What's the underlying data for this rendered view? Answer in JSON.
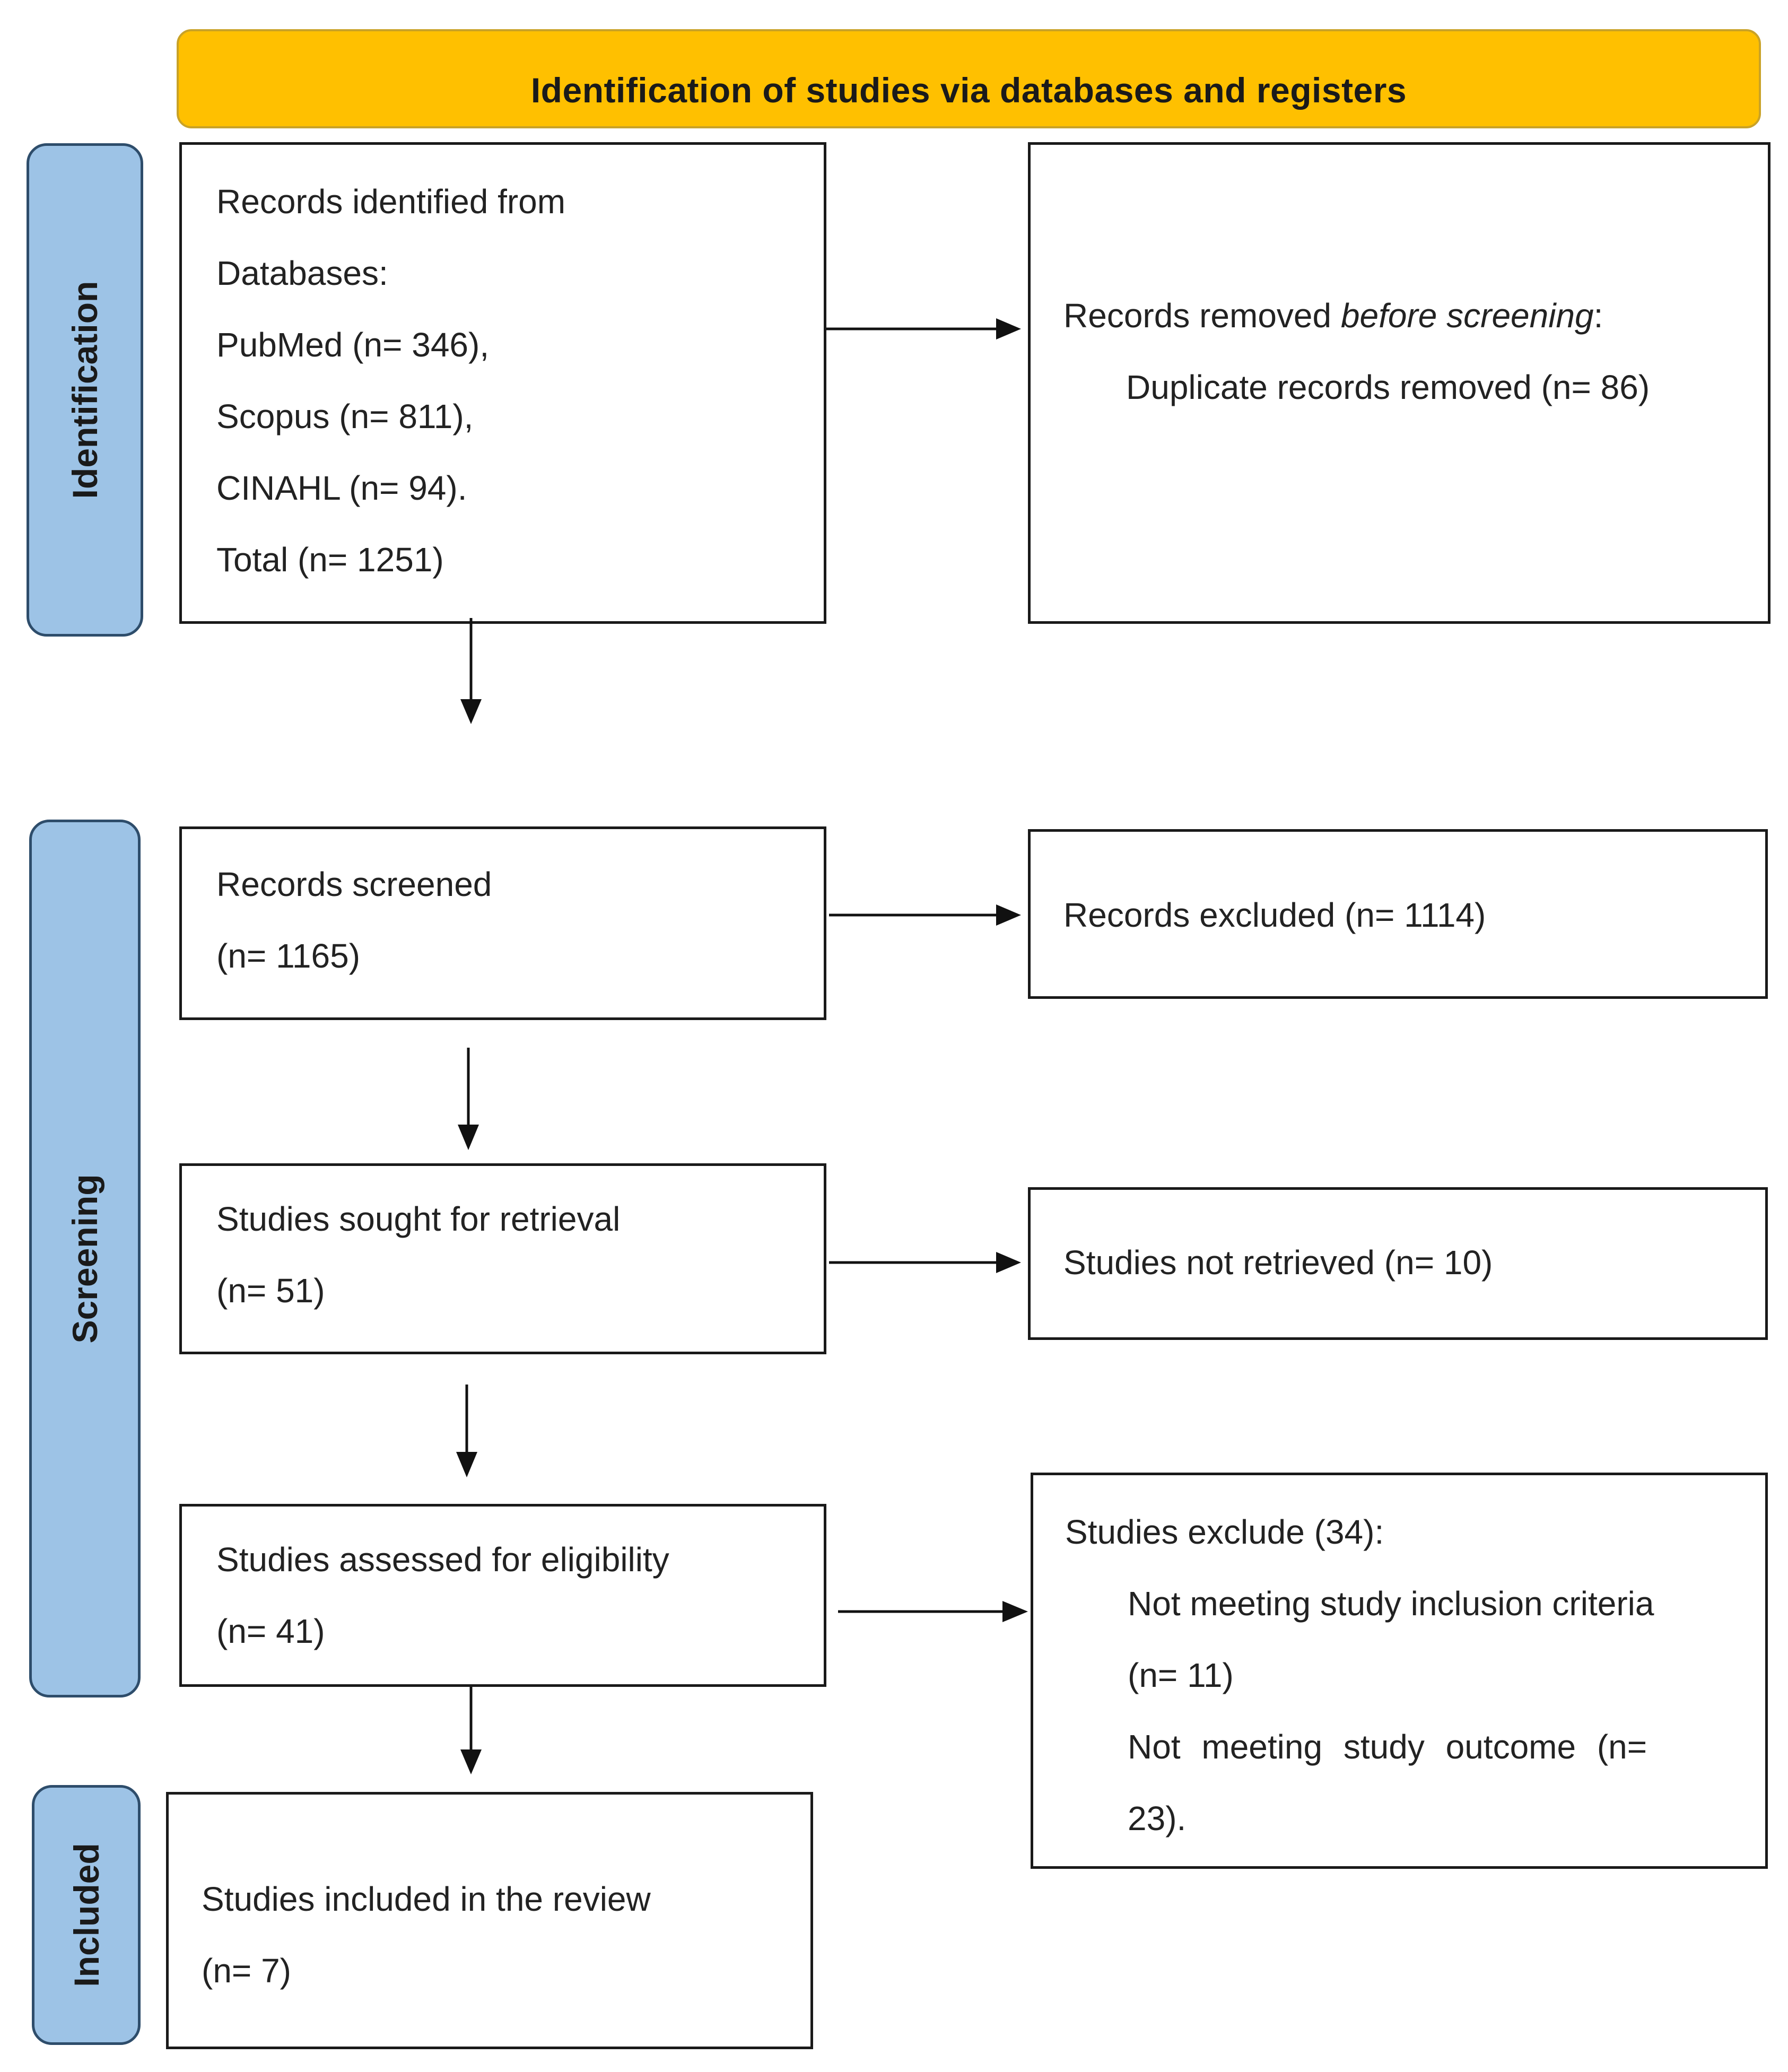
{
  "banner": "Identification of studies via databases and registers",
  "phases": {
    "identification": "Identification",
    "screening": "Screening",
    "included": "Included"
  },
  "identified": {
    "line1": "Records identified from",
    "line2": "Databases:",
    "line3": "PubMed (n= 346),",
    "line4": "Scopus (n= 811),",
    "line5": "CINAHL (n= 94).",
    "line6": "Total (n= 1251)"
  },
  "removed": {
    "label_prefix": "Records removed ",
    "label_italic": "before screening",
    "label_suffix": ":",
    "detail": "Duplicate records removed (n= 86)"
  },
  "screened": {
    "line1": "Records screened",
    "line2": "(n= 1165)"
  },
  "excluded": {
    "line1": "Records excluded (n= 1114)"
  },
  "sought": {
    "line1": "Studies sought for retrieval",
    "line2": "(n= 51)"
  },
  "not_retrieved": {
    "line1": "Studies not retrieved (n= 10)"
  },
  "assessed": {
    "line1": "Studies assessed for eligibility",
    "line2": "(n= 41)"
  },
  "exclude_reasons": {
    "line1": "Studies exclude (34):",
    "line2": "Not meeting study inclusion criteria",
    "line3": "(n= 11)",
    "line4": "Not meeting study outcome (n=",
    "line5": "23)."
  },
  "included_box": {
    "line1": "Studies included in the review",
    "line2": "(n= 7)"
  }
}
